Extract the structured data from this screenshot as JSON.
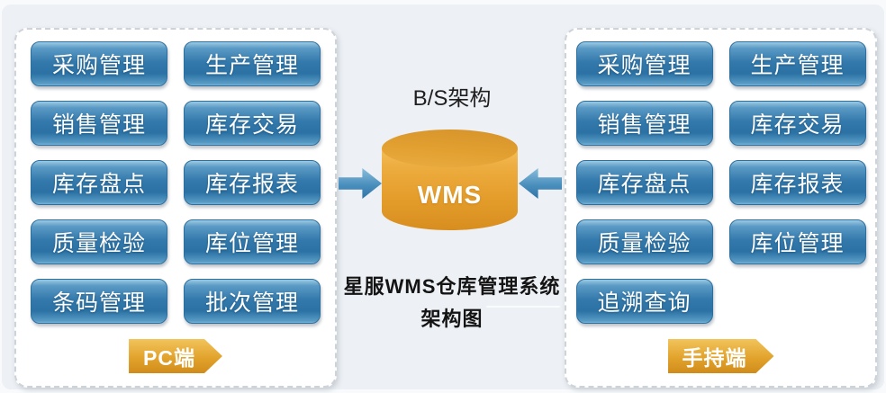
{
  "diagram": {
    "center": {
      "architecture_label": "B/S架构",
      "database_label": "WMS",
      "caption_line1": "星服WMS仓库管理系统",
      "caption_line2": "架构图"
    },
    "pc_panel": {
      "badge": "PC端",
      "modules": [
        "采购管理",
        "生产管理",
        "销售管理",
        "库存交易",
        "库存盘点",
        "库存报表",
        "质量检验",
        "库位管理",
        "条码管理",
        "批次管理"
      ]
    },
    "handheld_panel": {
      "badge": "手持端",
      "modules": [
        "采购管理",
        "生产管理",
        "销售管理",
        "库存交易",
        "库存盘点",
        "库存报表",
        "质量检验",
        "库位管理",
        "追溯查询"
      ]
    },
    "colors": {
      "background": "#edf0f4",
      "panel_background": "#ffffff",
      "panel_dashed_border": "#ced3d8",
      "module_blue": "#3379ab",
      "module_blue_highlight": "#9cc9e2",
      "badge_gold": "#e2a32c",
      "cylinder_gold": "#e49d2b",
      "arrow_blue": "#4a8fbd",
      "text_white": "#ffffff",
      "text_dark": "#141414"
    }
  }
}
